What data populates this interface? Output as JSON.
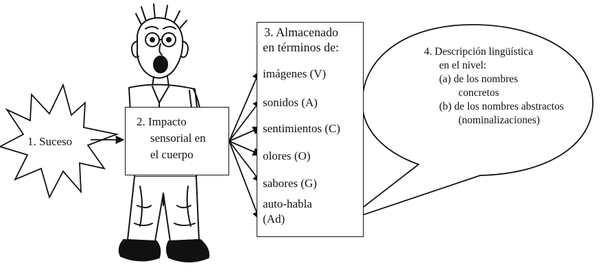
{
  "nodes": {
    "event": {
      "label": "1.  Suceso"
    },
    "impact": {
      "lines": [
        "2.  Impacto",
        "sensorial en",
        "el cuerpo"
      ]
    },
    "storage": {
      "title_lines": [
        "3.  Almacenado",
        "en términos de:"
      ],
      "items": [
        "imágenes (V)",
        "sonidos (A)",
        "sentimientos (C)",
        "olores (O)",
        "sabores (G)",
        "auto-habla",
        "(Ad)"
      ]
    },
    "description": {
      "lines": [
        "4. Descripción lingüística",
        "en el nivel:",
        "(a) de los nombres",
        "concretos",
        "(b) de los nombres abstractos",
        "(nominalizaciones)"
      ]
    }
  },
  "colors": {
    "ink": "#111111",
    "background": "#ffffff"
  },
  "icons": {
    "figure": "surprised-man-cartoon-icon"
  }
}
